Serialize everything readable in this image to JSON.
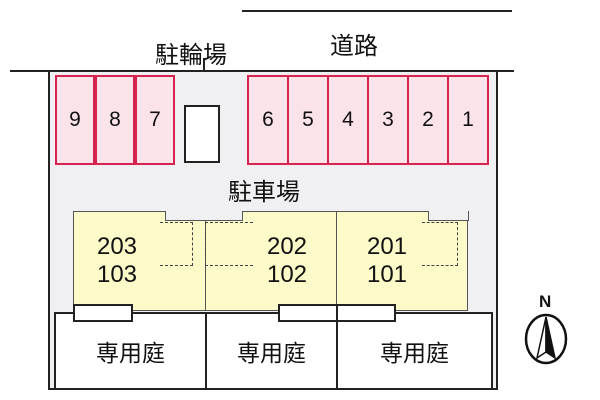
{
  "labels": {
    "road": "道路",
    "bicycle_parking": "駐輪場",
    "parking": "駐車場"
  },
  "parking_spaces_left": [
    "9",
    "8",
    "7"
  ],
  "parking_spaces_right": [
    "6",
    "5",
    "4",
    "3",
    "2",
    "1"
  ],
  "units": [
    {
      "upper": "203",
      "lower": "103"
    },
    {
      "upper": "202",
      "lower": "102"
    },
    {
      "upper": "201",
      "lower": "101"
    }
  ],
  "gardens": [
    "専用庭",
    "専用庭",
    "専用庭"
  ],
  "compass": {
    "label": "N"
  },
  "colors": {
    "parking_fill": "#fbe3ea",
    "parking_border": "#d6234f",
    "unit_fill": "#fcfac8",
    "lot_fill": "#f0f0f2"
  }
}
